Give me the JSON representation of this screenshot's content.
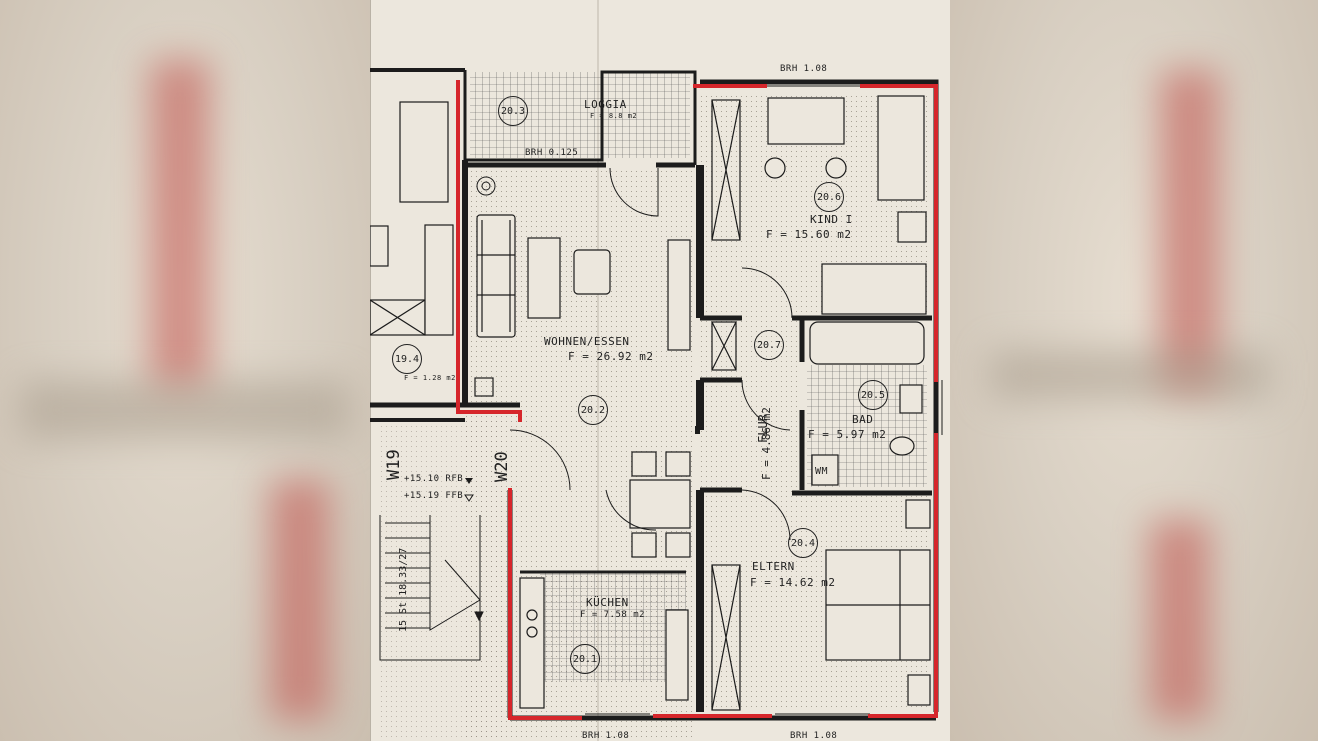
{
  "rooms": {
    "loggia": {
      "number": "20.3",
      "name": "LOGGIA",
      "area": "F = 8.8 m2"
    },
    "wohnen": {
      "number": "20.2",
      "name": "WOHNEN/ESSEN",
      "area": "F = 26.92 m2"
    },
    "kind": {
      "number": "20.6",
      "name": "KIND I",
      "area": "F = 15.60 m2"
    },
    "flur": {
      "number": "20.7",
      "name": "FLUR",
      "area": "F = 4.86 m2"
    },
    "bad": {
      "number": "20.5",
      "name": "BAD",
      "area": "F = 5.97 m2"
    },
    "eltern": {
      "number": "20.4",
      "name": "ELTERN",
      "area": "F = 14.62 m2"
    },
    "kuechen": {
      "number": "20.1",
      "name": "KÜCHEN",
      "area": "F = 7.58 m2"
    },
    "neighbor": {
      "number": "19.4",
      "area": "F = 1.28 m2"
    }
  },
  "labels": {
    "brh_top": "BRH 1.08",
    "brh_loggia": "BRH 0.125",
    "brh_bottom_left": "BRH 1.08",
    "brh_bottom_right": "BRH 1.08",
    "wm": "WM",
    "w19": "W19",
    "w20": "W20",
    "rfb": "+15.10 RFB",
    "ffb": "+15.19 FFB",
    "stairs": "15 St 18.33/27"
  },
  "colors": {
    "wall": "#1c1c1c",
    "marker": "#d6262b",
    "paper": "#ece7dd"
  }
}
